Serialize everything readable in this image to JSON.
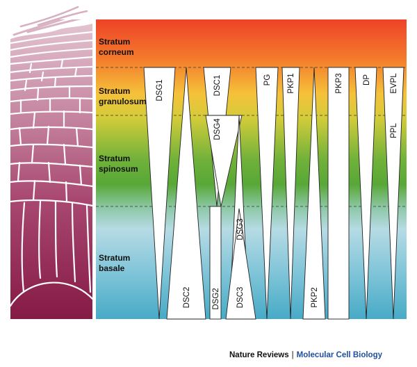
{
  "layers": [
    {
      "id": "corneum",
      "line1": "Stratum",
      "line2": "corneum"
    },
    {
      "id": "granulosum",
      "line1": "Stratum",
      "line2": "granulosum"
    },
    {
      "id": "spinosum",
      "line1": "Stratum",
      "line2": "spinosum"
    },
    {
      "id": "basale",
      "line1": "Stratum",
      "line2": "basale"
    }
  ],
  "proteins": {
    "dsg1": "DSG1",
    "dsc2": "DSC2",
    "dsc1": "DSC1",
    "dsg4": "DSG4",
    "dsg2": "DSG2",
    "dsg3": "DSG3",
    "dsc3": "DSC3",
    "pg": "PG",
    "pkp1": "PKP1",
    "pkp2": "PKP2",
    "pkp3": "PKP3",
    "dp": "DP",
    "evpl": "EVPL",
    "ppl": "PPL"
  },
  "credit": {
    "journal": "Nature Reviews",
    "separator": "|",
    "section": "Molecular Cell Biology"
  },
  "colors": {
    "corneum": "#ef4a2a",
    "granulosum": "#f3c83a",
    "spinosum": "#5ea935",
    "basale": "#4fb3cd",
    "tissue_top": "#d9b6c4",
    "tissue_bottom": "#8c1f4a"
  }
}
